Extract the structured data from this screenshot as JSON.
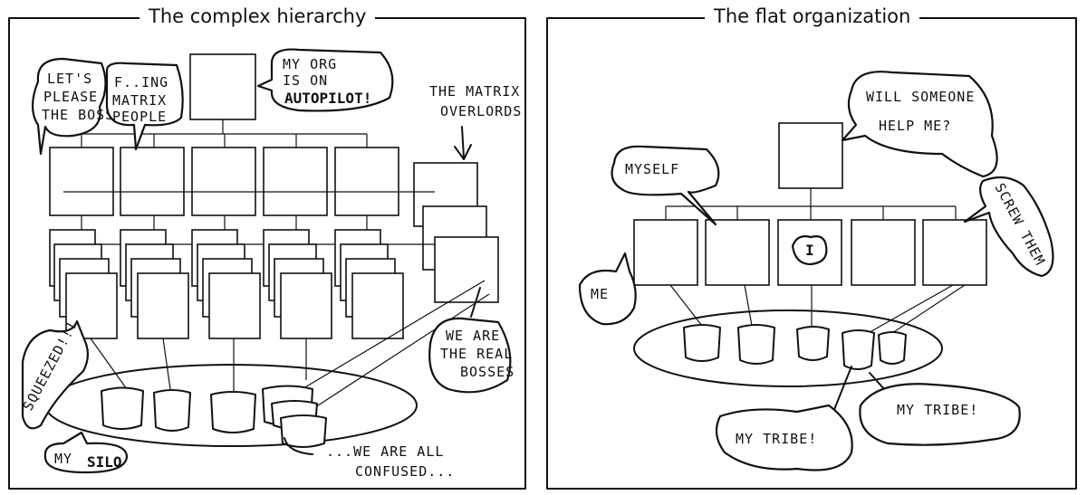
{
  "panels": {
    "left": {
      "title": "The complex hierarchy"
    },
    "right": {
      "title": "The flat organization"
    }
  },
  "annotations": {
    "please_boss": [
      "LET'S",
      "PLEASE",
      "THE BOSS"
    ],
    "matrix_people": [
      "F..ING",
      "MATRIX",
      "PEOPLE"
    ],
    "autopilot": [
      "MY ORG",
      "IS ON",
      "AUTOPILOT!"
    ],
    "matrix_overlords": [
      "THE MATRIX",
      "OVERLORDS"
    ],
    "squeezed": "SQUEEZED!!!",
    "real_bosses": [
      "WE ARE",
      "THE REAL",
      "BOSSES"
    ],
    "my_silo": [
      "MY",
      "SILO"
    ],
    "confused": [
      "...WE ARE ALL",
      "CONFUSED..."
    ],
    "help_me": [
      "WILL SOMEONE",
      "HELP ME?"
    ],
    "myself": "MYSELF",
    "me": "ME",
    "i": "I",
    "screw_them": "SCREW THEM",
    "my_tribe_1": "MY TRIBE!",
    "my_tribe_2": "MY TRIBE!"
  }
}
